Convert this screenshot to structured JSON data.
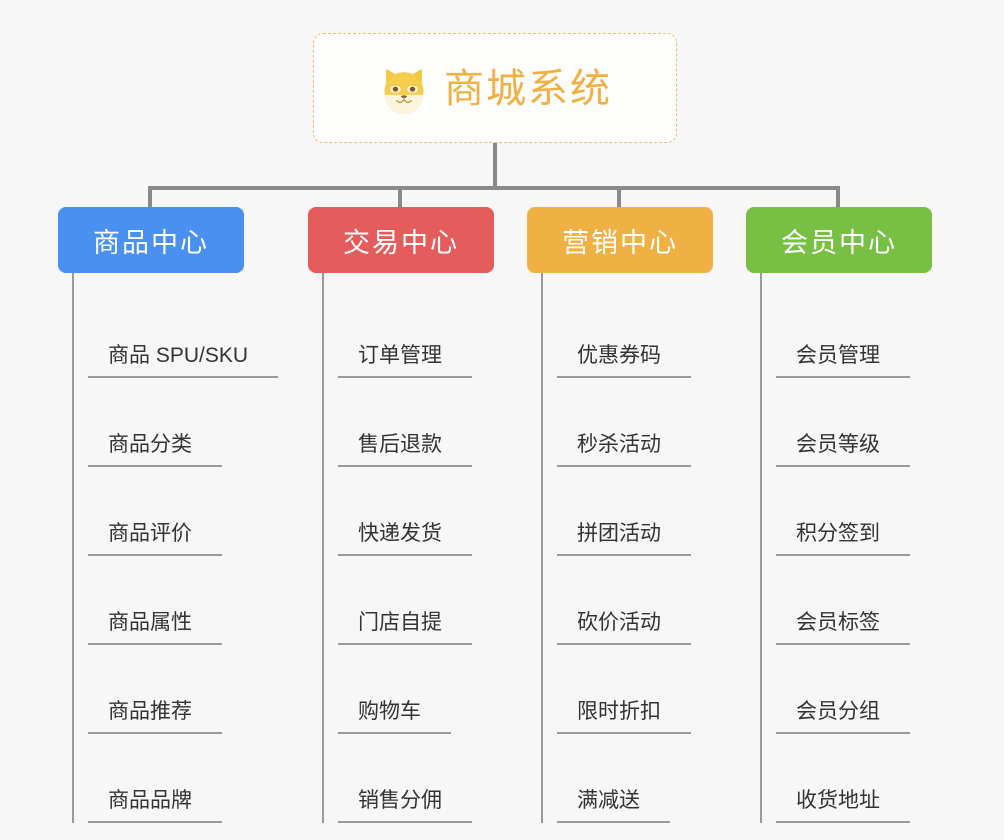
{
  "diagram": {
    "type": "mindmap-tree",
    "background_color": "#f7f7f7",
    "root": {
      "title": "商城系统",
      "icon": "shiba-dog-face-icon",
      "text_color": "#efb044",
      "border_color": "#e8bf72"
    },
    "connector_color": "#8a8a8a",
    "leaf_text_color": "#333333",
    "leaf_rule_color": "#9a9a9a"
  },
  "categories": [
    {
      "label": "商品中心",
      "color": "#4a90f0",
      "items": [
        {
          "label": "商品 SPU/SKU"
        },
        {
          "label": "商品分类"
        },
        {
          "label": "商品评价"
        },
        {
          "label": "商品属性"
        },
        {
          "label": "商品推荐"
        },
        {
          "label": "商品品牌"
        }
      ]
    },
    {
      "label": "交易中心",
      "color": "#e55c5c",
      "items": [
        {
          "label": "订单管理"
        },
        {
          "label": "售后退款"
        },
        {
          "label": "快递发货"
        },
        {
          "label": "门店自提"
        },
        {
          "label": "购物车"
        },
        {
          "label": "销售分佣"
        }
      ]
    },
    {
      "label": "营销中心",
      "color": "#efb044",
      "items": [
        {
          "label": "优惠券码"
        },
        {
          "label": "秒杀活动"
        },
        {
          "label": "拼团活动"
        },
        {
          "label": "砍价活动"
        },
        {
          "label": "限时折扣"
        },
        {
          "label": "满减送"
        }
      ]
    },
    {
      "label": "会员中心",
      "color": "#78c044",
      "items": [
        {
          "label": "会员管理"
        },
        {
          "label": "会员等级"
        },
        {
          "label": "积分签到"
        },
        {
          "label": "会员标签"
        },
        {
          "label": "会员分组"
        },
        {
          "label": "收货地址"
        }
      ]
    }
  ]
}
